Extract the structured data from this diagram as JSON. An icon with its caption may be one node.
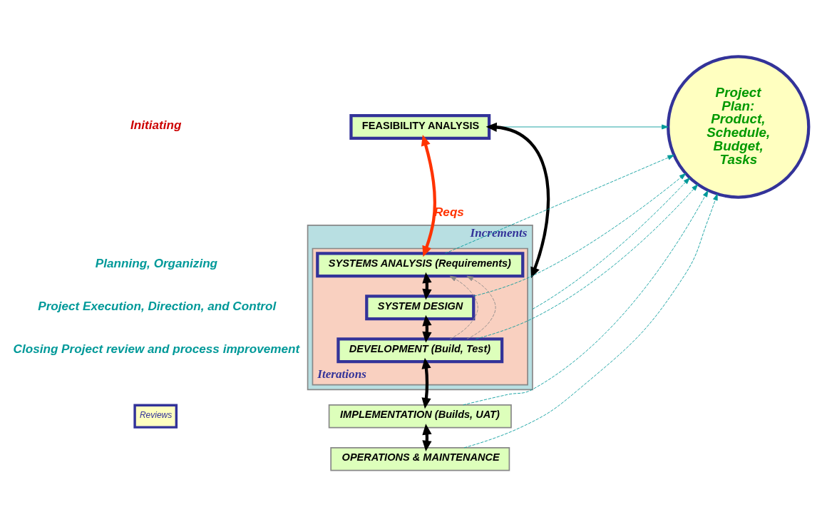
{
  "diagram": {
    "nodes": [
      {
        "text": [
          "FEASIBILITY ANALYSIS"
        ]
      },
      {
        "text": [
          "Project Plan:",
          "Product, Schedule, Budget, Tasks"
        ]
      },
      {
        "text": [
          "Increments"
        ]
      },
      {
        "text": [
          "Iterations"
        ],
        "in": 2
      },
      {
        "text": [
          "SYSTEMS ANALYSIS (Requirements)"
        ],
        "in": 3
      },
      {
        "text": [
          "SYSTEM DESIGN"
        ],
        "in": 3
      },
      {
        "text": [
          "DEVELOPMENT (Build, Test)"
        ],
        "in": 3
      },
      {
        "text": [
          "IMPLEMENTATION (Builds, UAT)"
        ]
      },
      {
        "text": [
          "OPERATIONS & MAINTENANCE"
        ]
      }
    ],
    "edges": [
      {
        "from": 0,
        "to": 1,
        "arrow": "to"
      },
      {
        "from": 0,
        "to": 2,
        "arrow": "both",
        "style": "thick",
        "color": "#000000"
      },
      {
        "from": 4,
        "to": 0,
        "arrow": "both",
        "style": "thick",
        "color": "#ff3300",
        "label": "Reqs"
      },
      {
        "from": 2,
        "to": 1,
        "arrow": "to",
        "style": "dashed"
      },
      {
        "from": 4,
        "to": 1,
        "arrow": "to",
        "style": "dashed"
      },
      {
        "from": 4,
        "to": 5,
        "arrow": "both",
        "style": "thick",
        "color": "#000000"
      },
      {
        "from": 5,
        "to": 1,
        "arrow": "to",
        "style": "dashed"
      },
      {
        "from": 5,
        "to": 6,
        "arrow": "both",
        "style": "thick",
        "color": "#000000"
      },
      {
        "from": 6,
        "to": 1,
        "arrow": "to",
        "style": "dashed"
      },
      {
        "from": 6,
        "to": 4,
        "arrow": "to",
        "style": "dashed",
        "color": "#888888"
      },
      {
        "from": 6,
        "to": 4,
        "arrow": "to",
        "style": "dashed",
        "color": "#888888"
      },
      {
        "from": 6,
        "to": 7,
        "arrow": "both",
        "style": "thick",
        "color": "#000000"
      },
      {
        "from": 7,
        "to": 1,
        "arrow": "to",
        "style": "dashed"
      },
      {
        "from": 7,
        "to": 8,
        "arrow": "both",
        "style": "thick",
        "color": "#000000"
      },
      {
        "from": 8,
        "to": 1,
        "arrow": "to",
        "style": "dashed"
      }
    ],
    "labels": [
      "Initiating",
      "Planning, Organizing",
      "Project Execution, Direction, and Control",
      "Closing Project review and process improvement"
    ],
    "legend": [
      {
        "text": "Reviews"
      }
    ]
  }
}
